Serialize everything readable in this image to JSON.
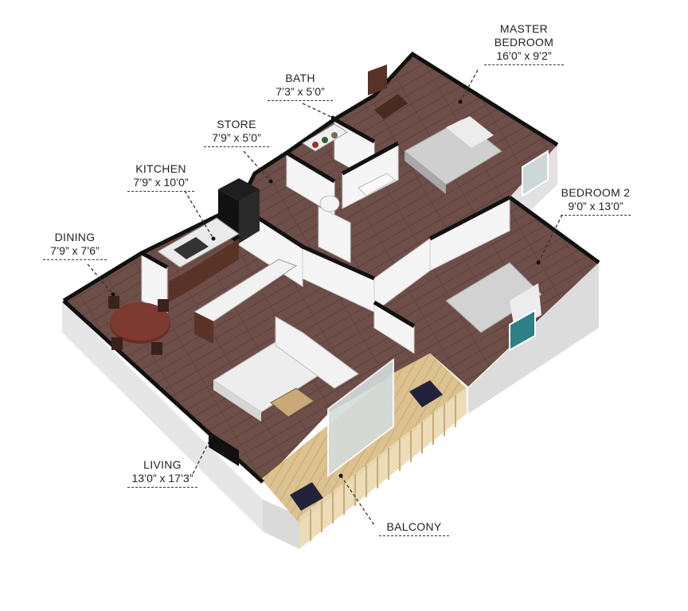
{
  "rooms": {
    "master": {
      "name_line1": "MASTER",
      "name_line2": "BEDROOM",
      "dims": "16’0” x 9’2”"
    },
    "bath": {
      "name": "BATH",
      "dims": "7’3” x 5’0”"
    },
    "store": {
      "name": "STORE",
      "dims": "7’9” x 5’0”"
    },
    "kitchen": {
      "name": "KITCHEN",
      "dims": "7’9” x 10’0”"
    },
    "bedroom2": {
      "name": "BEDROOM 2",
      "dims": "9’0” x 13’0”"
    },
    "dining": {
      "name": "DINING",
      "dims": "7’9” x 7’6”"
    },
    "living": {
      "name": "LIVING",
      "dims": "13’0” x 17’3”"
    },
    "balcony": {
      "name": "BALCONY"
    }
  },
  "colors": {
    "floor_wood": "#6e4e48",
    "wall_top": "#111111",
    "wall_side": "#e4e4e4",
    "balcony_deck": "#d9bf8c",
    "label_text": "#222222"
  }
}
